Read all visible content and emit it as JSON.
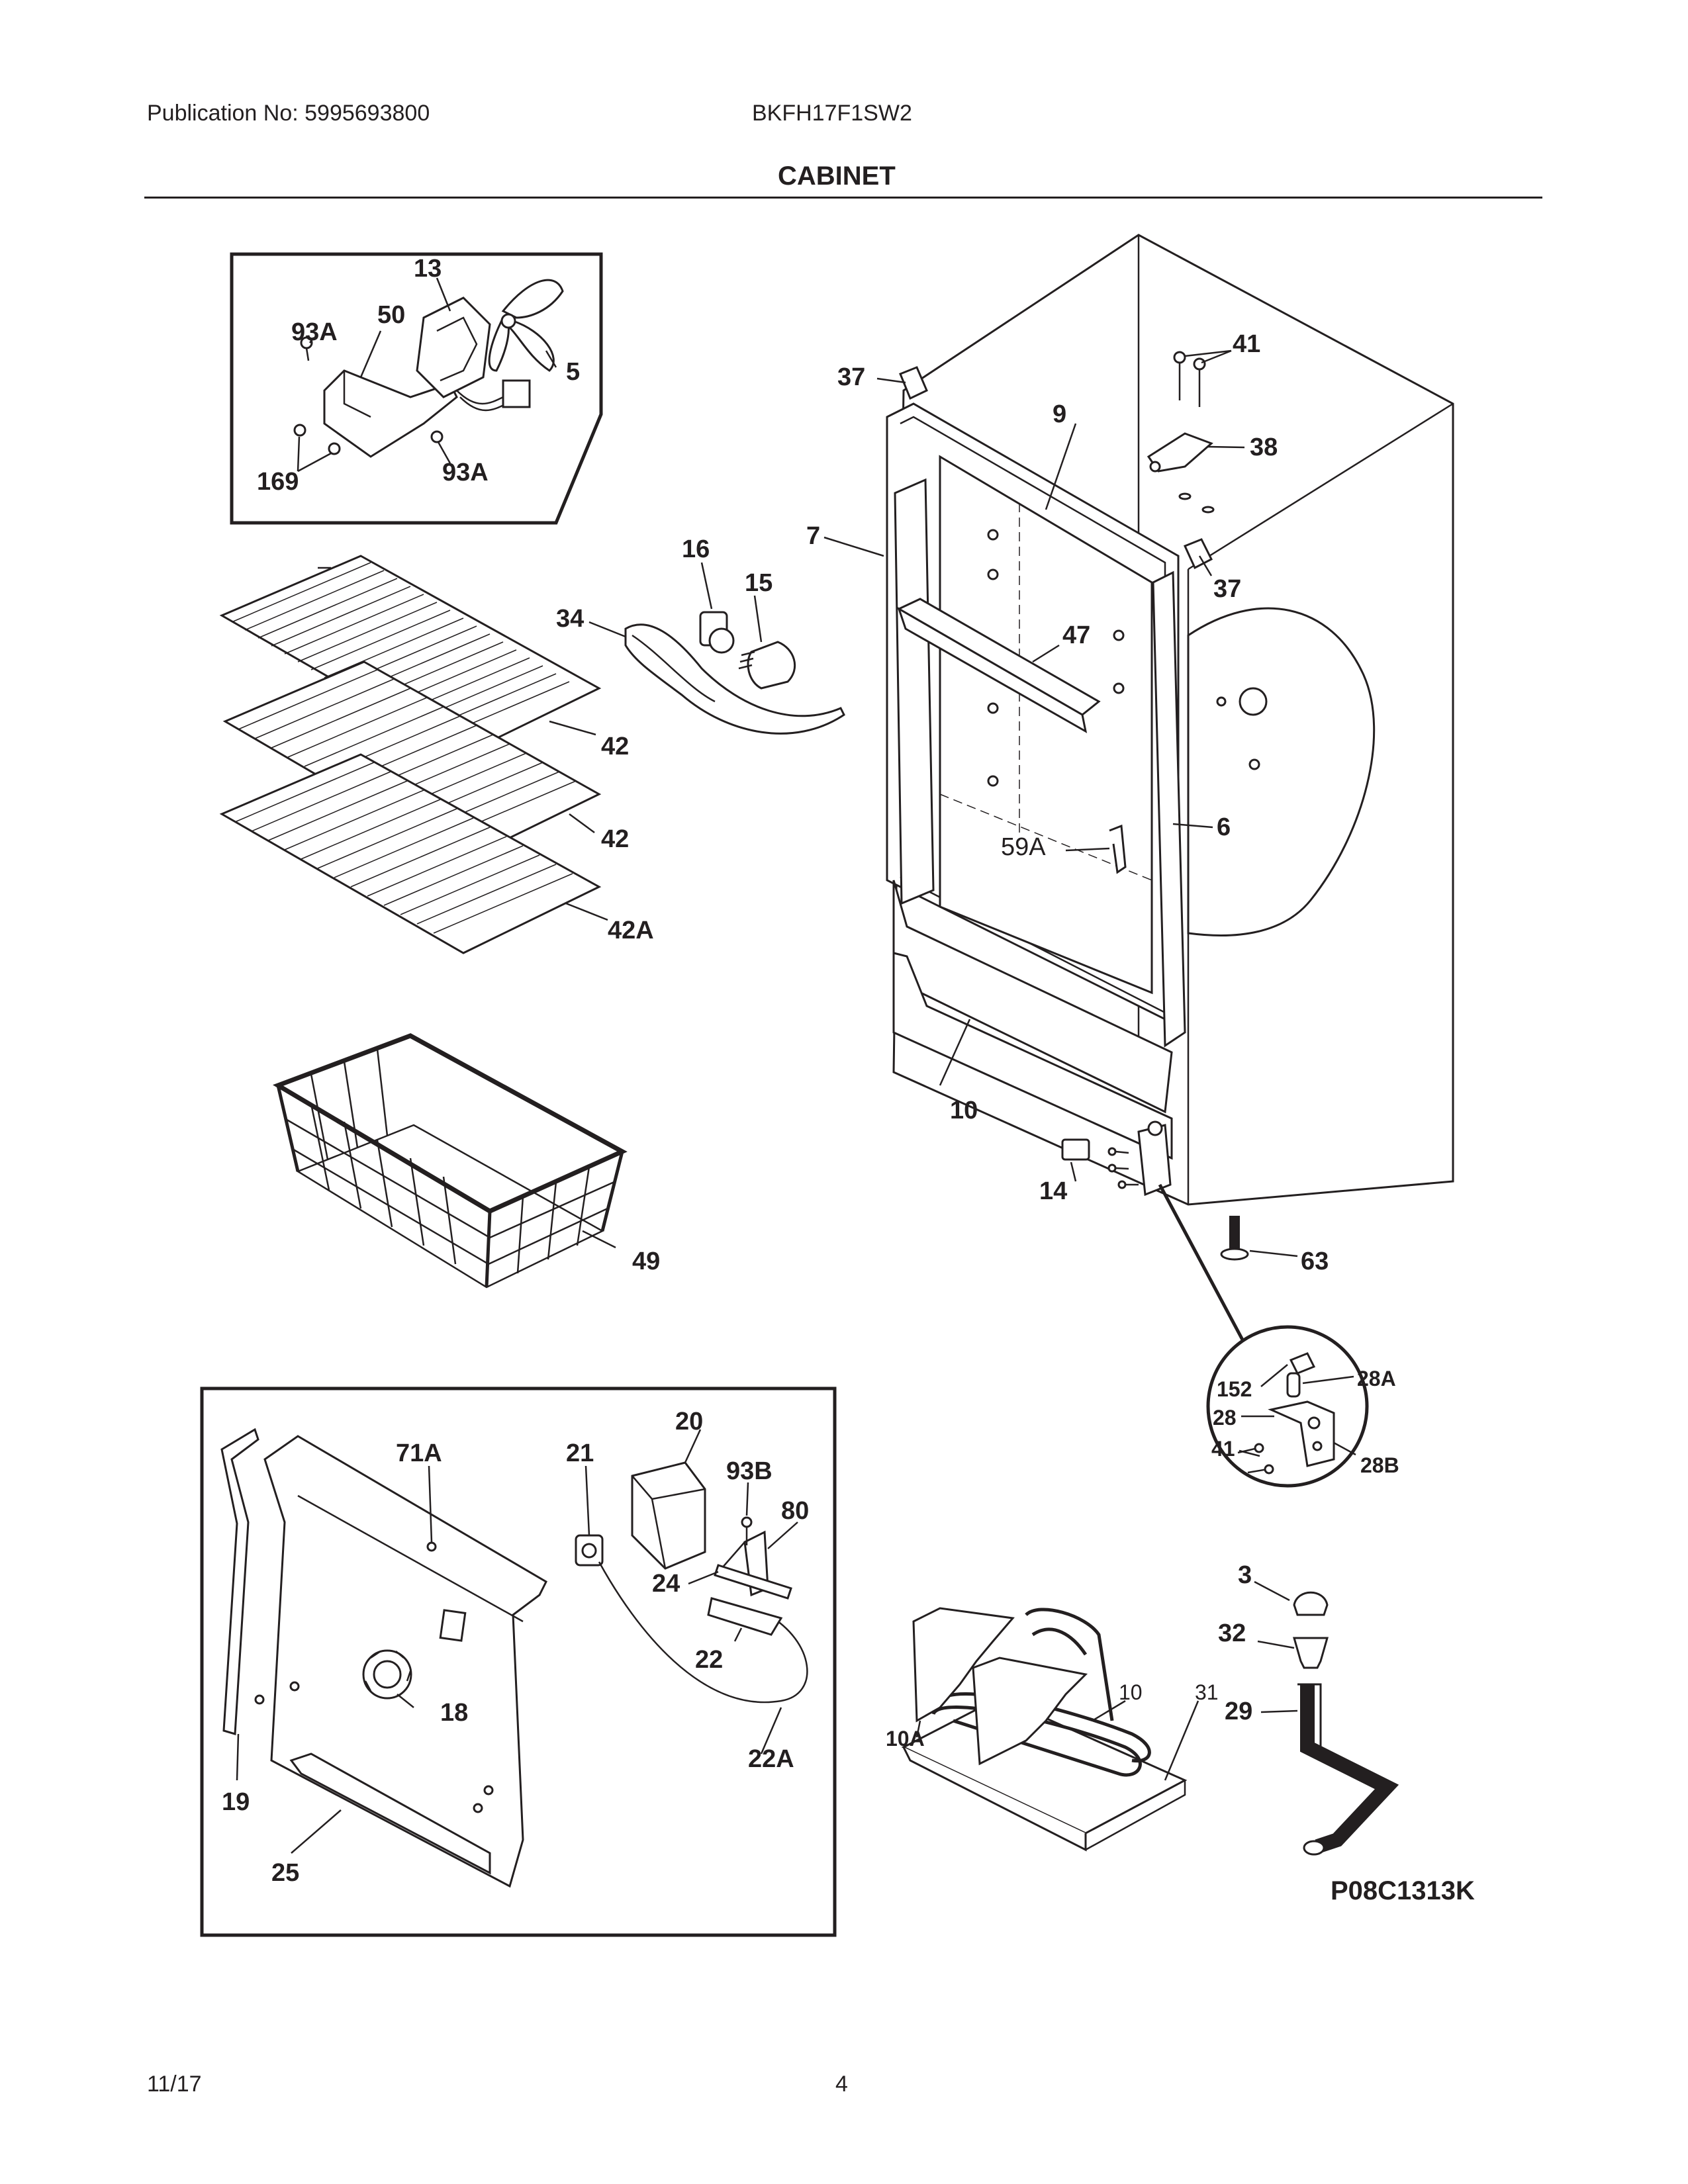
{
  "header": {
    "publication": "Publication No: 5995693800",
    "model": "BKFH17F1SW2",
    "section_title": "CABINET"
  },
  "footer": {
    "date": "11/17",
    "page": "4"
  },
  "figure": {
    "code": "P08C1313K"
  },
  "callouts": {
    "c13": "13",
    "c50": "50",
    "c93a_top": "93A",
    "c5": "5",
    "c169": "169",
    "c93a_bot": "93A",
    "c37_top": "37",
    "c41_top": "41",
    "c9": "9",
    "c38": "38",
    "c37_right": "37",
    "c7": "7",
    "c16": "16",
    "c15": "15",
    "c34": "34",
    "c47": "47",
    "c6": "6",
    "c59a": "59A",
    "c10_cab": "10",
    "c14": "14",
    "c63": "63",
    "c42_a": "42",
    "c42_b": "42",
    "c42a": "42A",
    "c49": "49",
    "c152": "152",
    "c28a": "28A",
    "c28": "28",
    "c41_hinge": "41",
    "c28b": "28B",
    "c20": "20",
    "c71a": "71A",
    "c21": "21",
    "c93b": "93B",
    "c80": "80",
    "c24": "24",
    "c22": "22",
    "c18": "18",
    "c22a": "22A",
    "c19": "19",
    "c25": "25",
    "c3": "3",
    "c32": "32",
    "c29": "29",
    "c10_heater": "10",
    "c31": "31",
    "c10a": "10A"
  }
}
